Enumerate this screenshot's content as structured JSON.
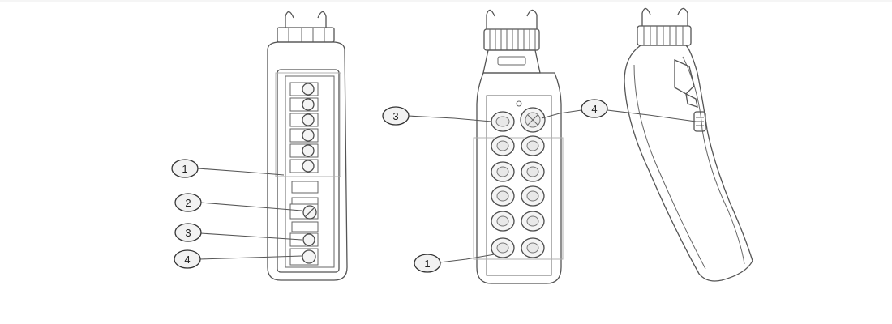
{
  "figure": {
    "views": [
      "front-view",
      "back-view",
      "side-view"
    ]
  },
  "callouts": {
    "left": [
      "1",
      "2",
      "3",
      "4"
    ],
    "middle": [
      "3",
      "4",
      "1"
    ],
    "colors": {
      "line": "#555555",
      "fill": "#f2f2f2"
    }
  }
}
